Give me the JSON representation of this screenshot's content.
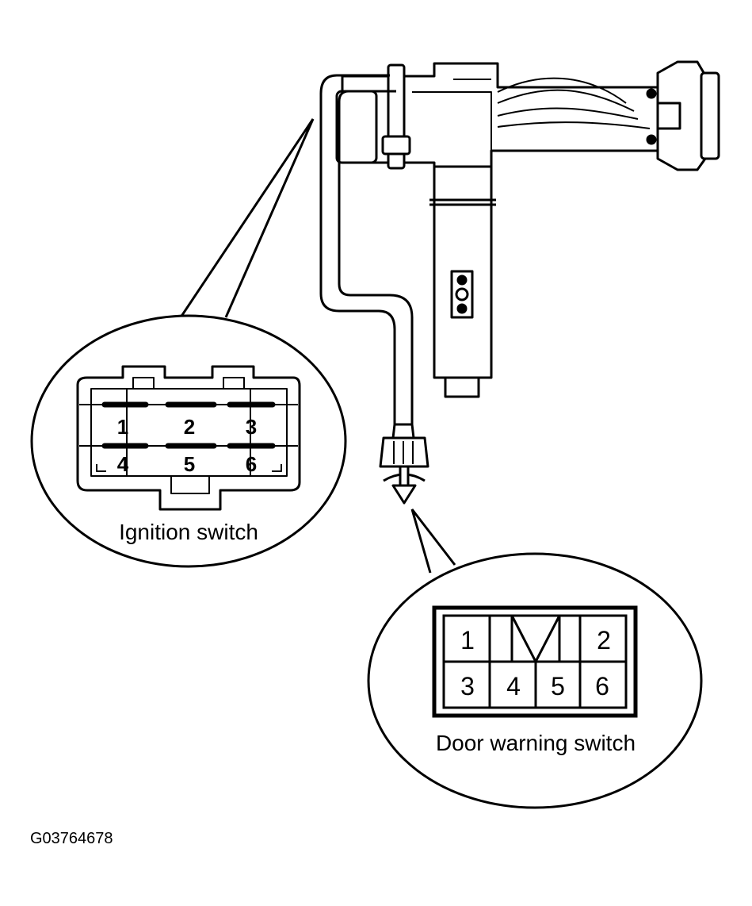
{
  "figure_code": "G03764678",
  "ignition_switch": {
    "title": "Ignition switch",
    "pins": [
      "1",
      "2",
      "3",
      "4",
      "5",
      "6"
    ]
  },
  "door_warning_switch": {
    "title": "Door warning switch",
    "pins": [
      "1",
      "2",
      "3",
      "4",
      "5",
      "6"
    ]
  },
  "colors": {
    "ink": "#000000",
    "paper": "#ffffff"
  }
}
